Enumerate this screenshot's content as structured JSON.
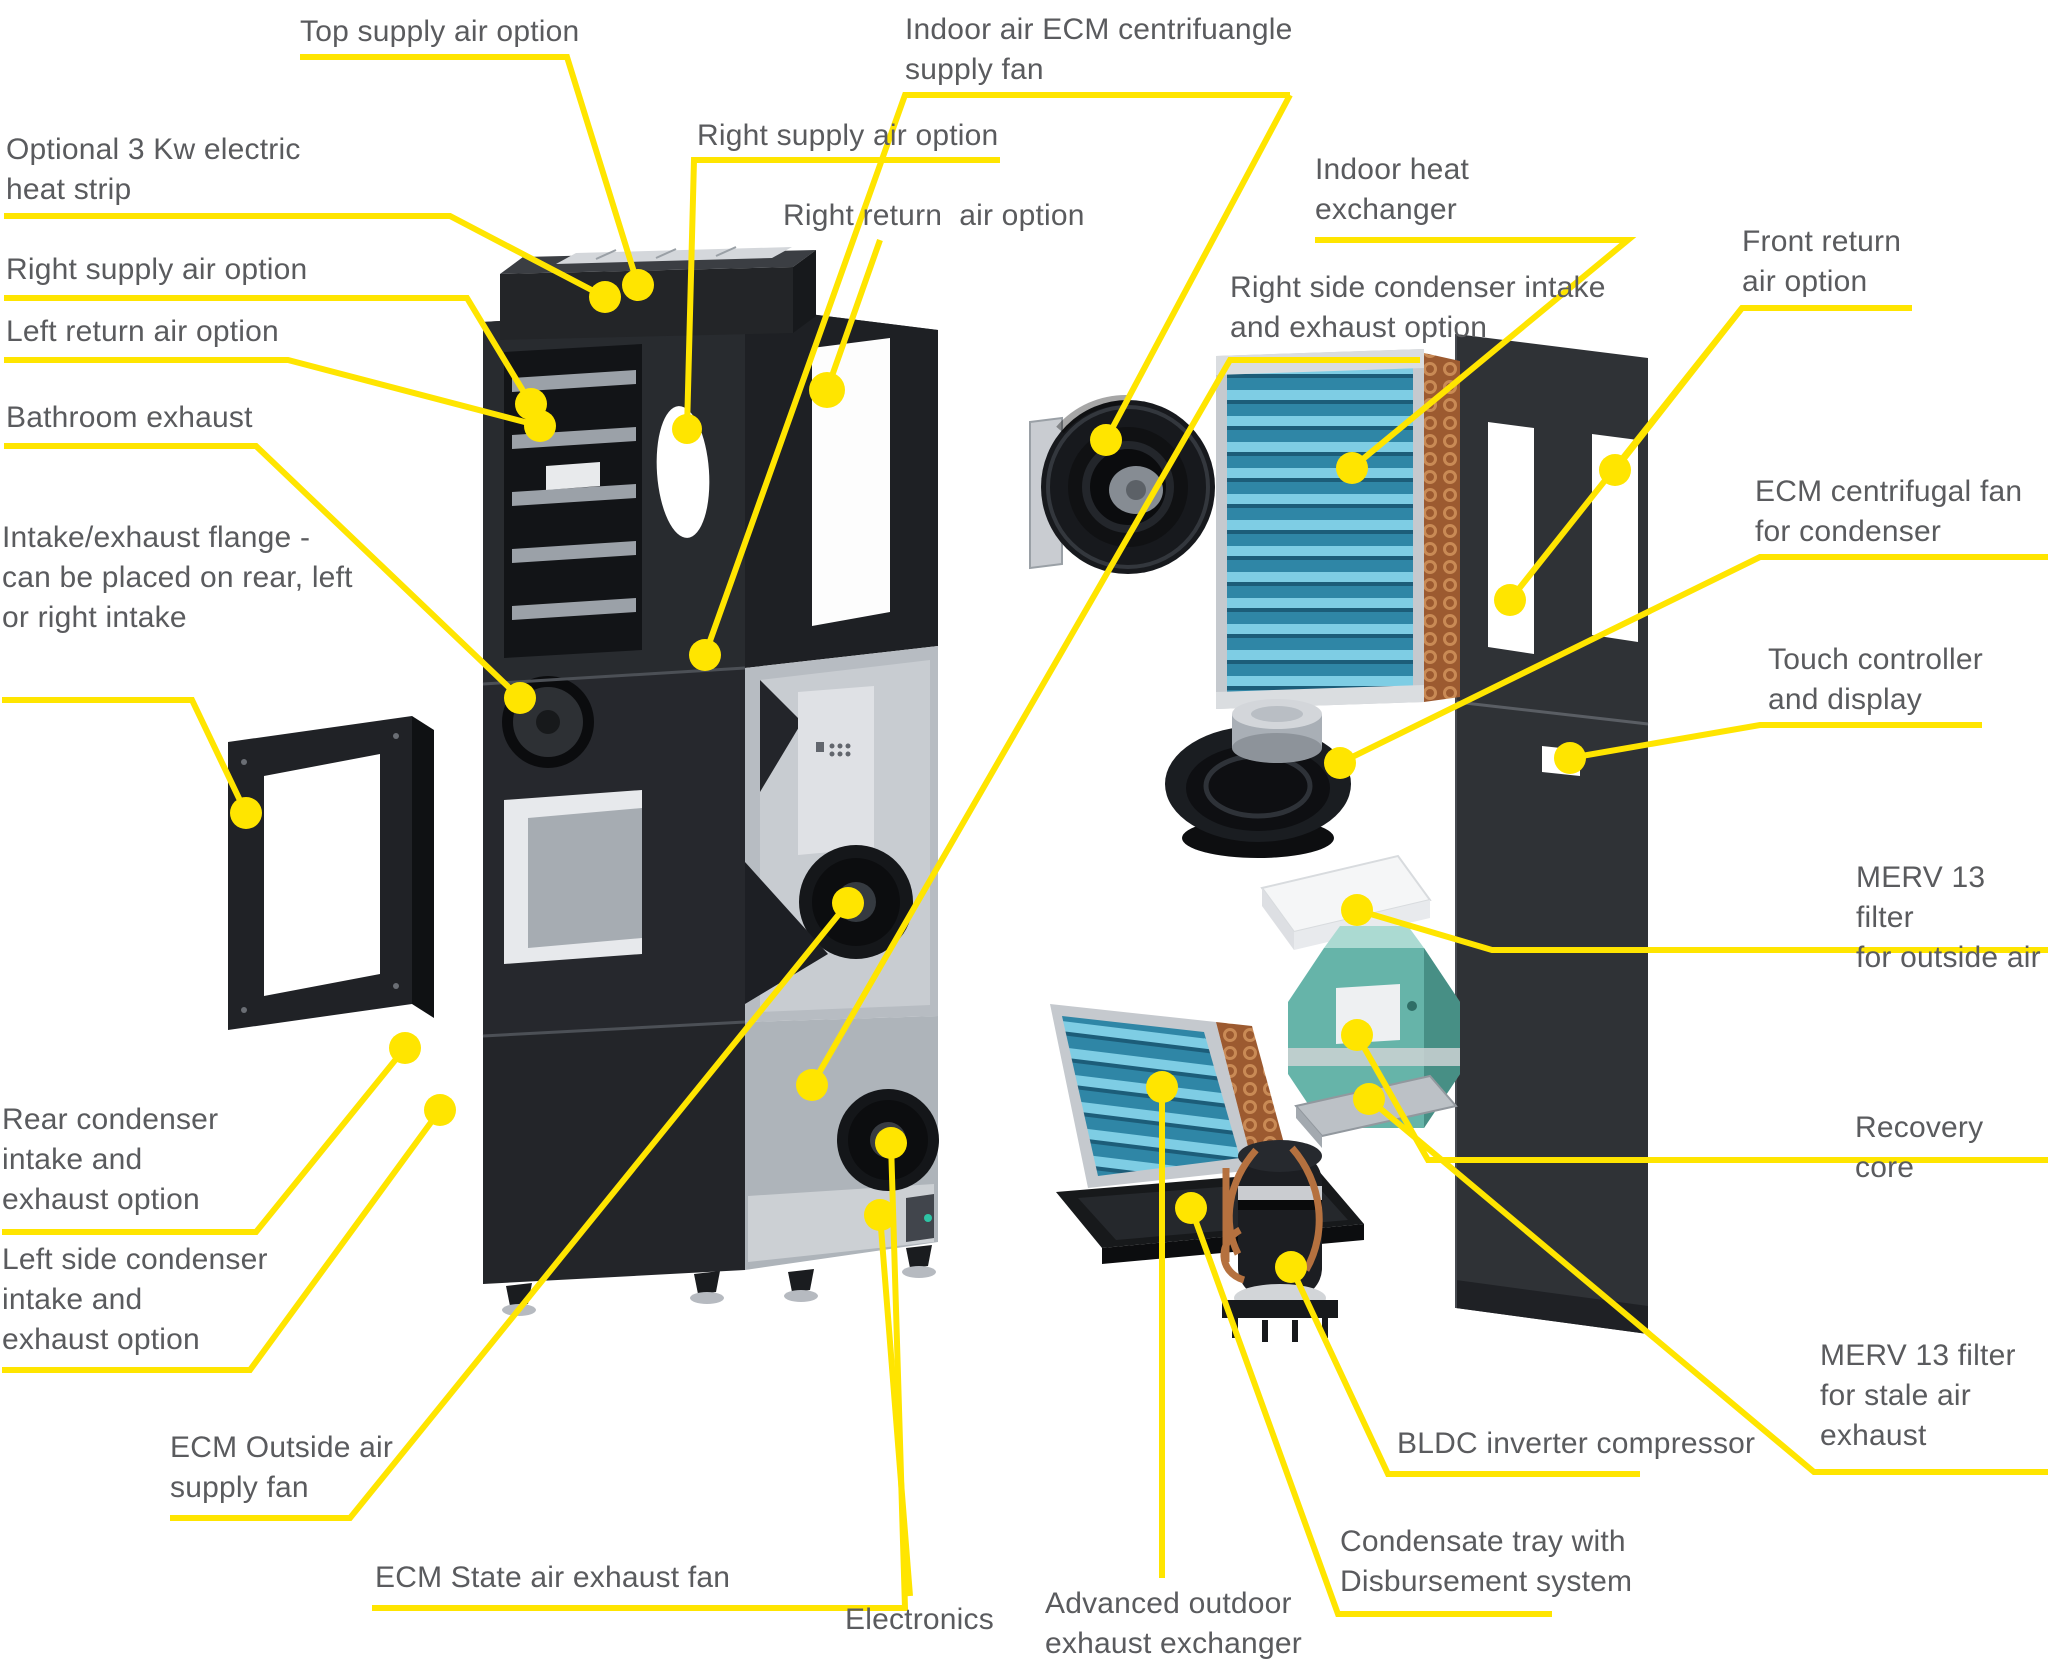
{
  "colors": {
    "accent_yellow": "#ffe500",
    "label_gray": "#5a5b5e",
    "cabinet_dark": "#26282d",
    "coil_blue": "#2f86a6",
    "copper": "#9c5a30",
    "core_teal": "#66b4a9"
  },
  "labels": {
    "top_supply": "Top supply air option",
    "indoor_fan": "Indoor air ECM centrifuangle\nsupply fan",
    "optional_heat_strip": "Optional 3 Kw electric\nheat strip",
    "right_supply_left": "Right supply air option",
    "left_return": "Left return air option",
    "bathroom_exhaust": "Bathroom exhaust",
    "intake_flange": "Intake/exhaust flange -\ncan be placed on rear, left\nor right intake",
    "right_supply_top": "Right supply air option",
    "right_return_top": "Right return  air option",
    "right_side_condenser": "Right side condenser intake\nand exhaust option",
    "indoor_hx": "Indoor heat\nexchanger",
    "front_return": "Front return\nair option",
    "ecm_condenser_fan": "ECM centrifugal fan\nfor condenser",
    "touch_controller": "Touch controller\nand display",
    "merv_outside": "MERV 13 filter\nfor outside air",
    "recovery_core": "Recovery core",
    "merv_stale": "MERV 13 filter\nfor stale air\nexhaust",
    "bldc_compressor": "BLDC inverter compressor",
    "condensate_tray": "Condensate tray with\nDisbursement system",
    "advanced_outdoor": "Advanced outdoor\nexhaust exchanger",
    "electronics": "Electronics",
    "ecm_state_fan": "ECM State air exhaust fan",
    "ecm_outside_fan": "ECM Outside air\nsupply fan",
    "rear_condenser": "Rear condenser\nintake and\nexhaust option",
    "left_side_condenser": "Left side condenser\nintake and\nexhaust option"
  }
}
